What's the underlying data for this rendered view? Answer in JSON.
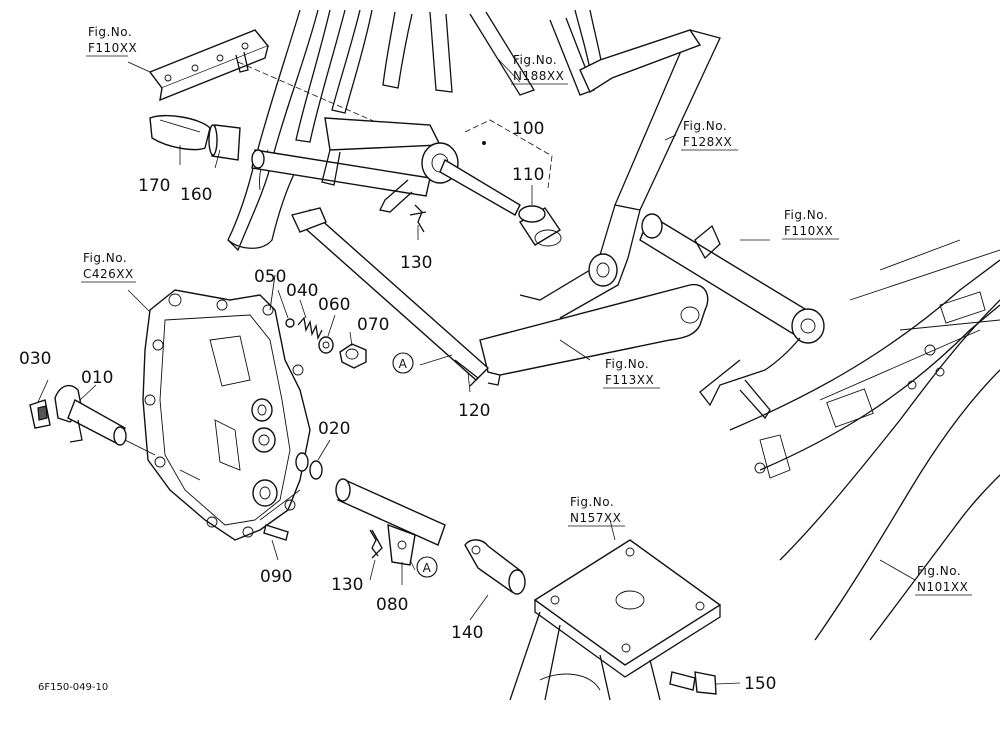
{
  "figure_refs": [
    {
      "label": "Fig.No.",
      "code": "F110XX"
    },
    {
      "label": "Fig.No.",
      "code": "N188XX"
    },
    {
      "label": "Fig.No.",
      "code": "F128XX"
    },
    {
      "label": "Fig.No.",
      "code": "F110XX"
    },
    {
      "label": "Fig.No.",
      "code": "C426XX"
    },
    {
      "label": "Fig.No.",
      "code": "F113XX"
    },
    {
      "label": "Fig.No.",
      "code": "N157XX"
    },
    {
      "label": "Fig.No.",
      "code": "N101XX"
    }
  ],
  "part_numbers": [
    "100",
    "110",
    "130",
    "120",
    "170",
    "160",
    "050",
    "040",
    "060",
    "070",
    "030",
    "010",
    "020",
    "090",
    "130",
    "080",
    "140",
    "150"
  ],
  "callout_letters": [
    "A",
    "A"
  ],
  "drawing_code": "6F150-049-10"
}
